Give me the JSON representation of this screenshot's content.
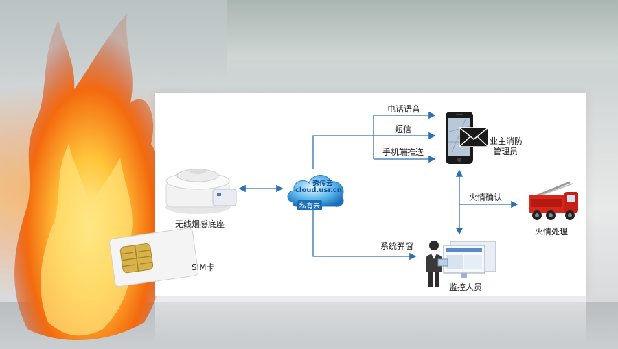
{
  "labels": {
    "sim_card": "SIM卡",
    "smoke_detector": "无线烟感底座",
    "cloud_name": "透传云",
    "cloud_url": "cloud.usr.cn",
    "private_cloud": "私有云",
    "voice_call": "电话语音",
    "sms": "短信",
    "app_push": "手机端推送",
    "owner_fire_manager_line1": "业主消防",
    "owner_fire_manager_line2": "管理员",
    "fire_confirm": "火情确认",
    "fire_handling": "火情处理",
    "system_popup": "系统弹窗",
    "monitor_staff": "监控人员"
  },
  "colors": {
    "arrow": "#2f6fb5",
    "flame_orange": "#f47a12",
    "flame_yellow": "#ffd24a",
    "truck_red": "#d9261c",
    "cloud_blue": "#1a8ed8"
  }
}
